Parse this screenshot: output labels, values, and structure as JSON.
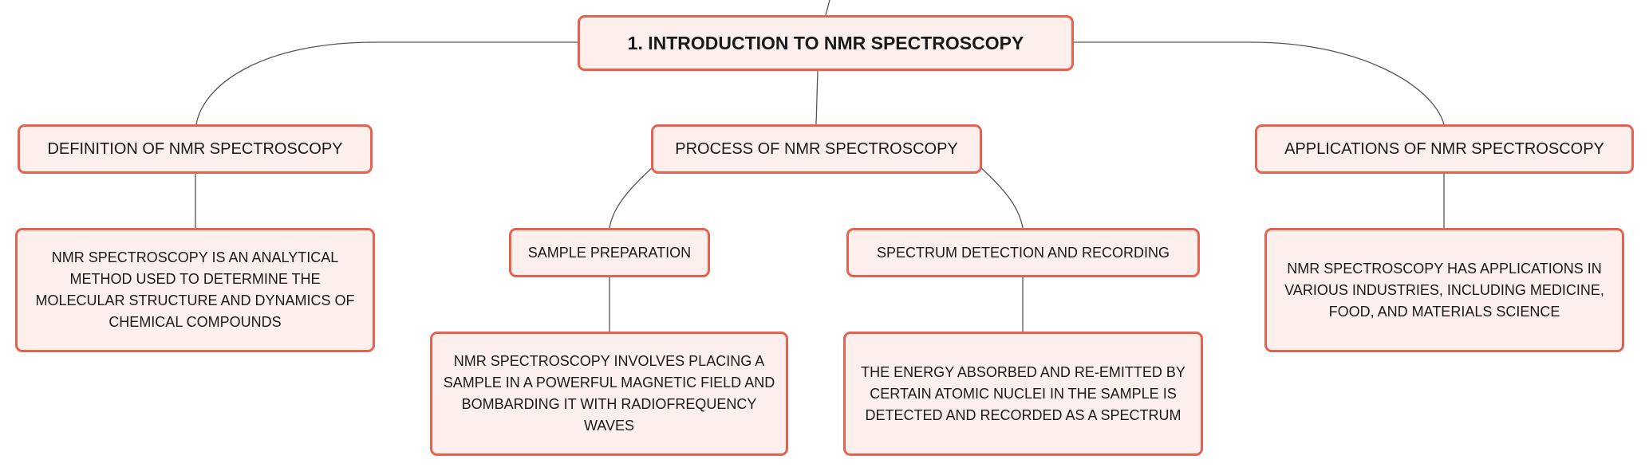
{
  "root": {
    "label": "1. INTRODUCTION TO NMR SPECTROSCOPY"
  },
  "branches": {
    "definition": {
      "label": "DEFINITION OF NMR SPECTROSCOPY",
      "description": "NMR SPECTROSCOPY IS AN ANALYTICAL METHOD USED TO DETERMINE THE MOLECULAR STRUCTURE AND DYNAMICS OF CHEMICAL COMPOUNDS"
    },
    "process": {
      "label": "PROCESS OF NMR SPECTROSCOPY",
      "children": {
        "sample_preparation": {
          "label": "SAMPLE PREPARATION",
          "description": "NMR SPECTROSCOPY INVOLVES PLACING A SAMPLE IN A POWERFUL MAGNETIC FIELD AND BOMBARDING IT WITH RADIOFREQUENCY WAVES"
        },
        "spectrum_detection": {
          "label": "SPECTRUM DETECTION AND RECORDING",
          "description": "THE ENERGY ABSORBED AND RE-EMITTED BY CERTAIN ATOMIC NUCLEI IN THE SAMPLE IS DETECTED AND RECORDED AS A SPECTRUM"
        }
      }
    },
    "applications": {
      "label": "APPLICATIONS OF NMR SPECTROSCOPY",
      "description": "NMR SPECTROSCOPY HAS APPLICATIONS IN VARIOUS INDUSTRIES, INCLUDING MEDICINE, FOOD, AND MATERIALS SCIENCE"
    }
  },
  "colors": {
    "node_border": "#e8614f",
    "node_fill": "#fdf0ec",
    "connector": "#555555",
    "text": "#1a1a1a"
  }
}
